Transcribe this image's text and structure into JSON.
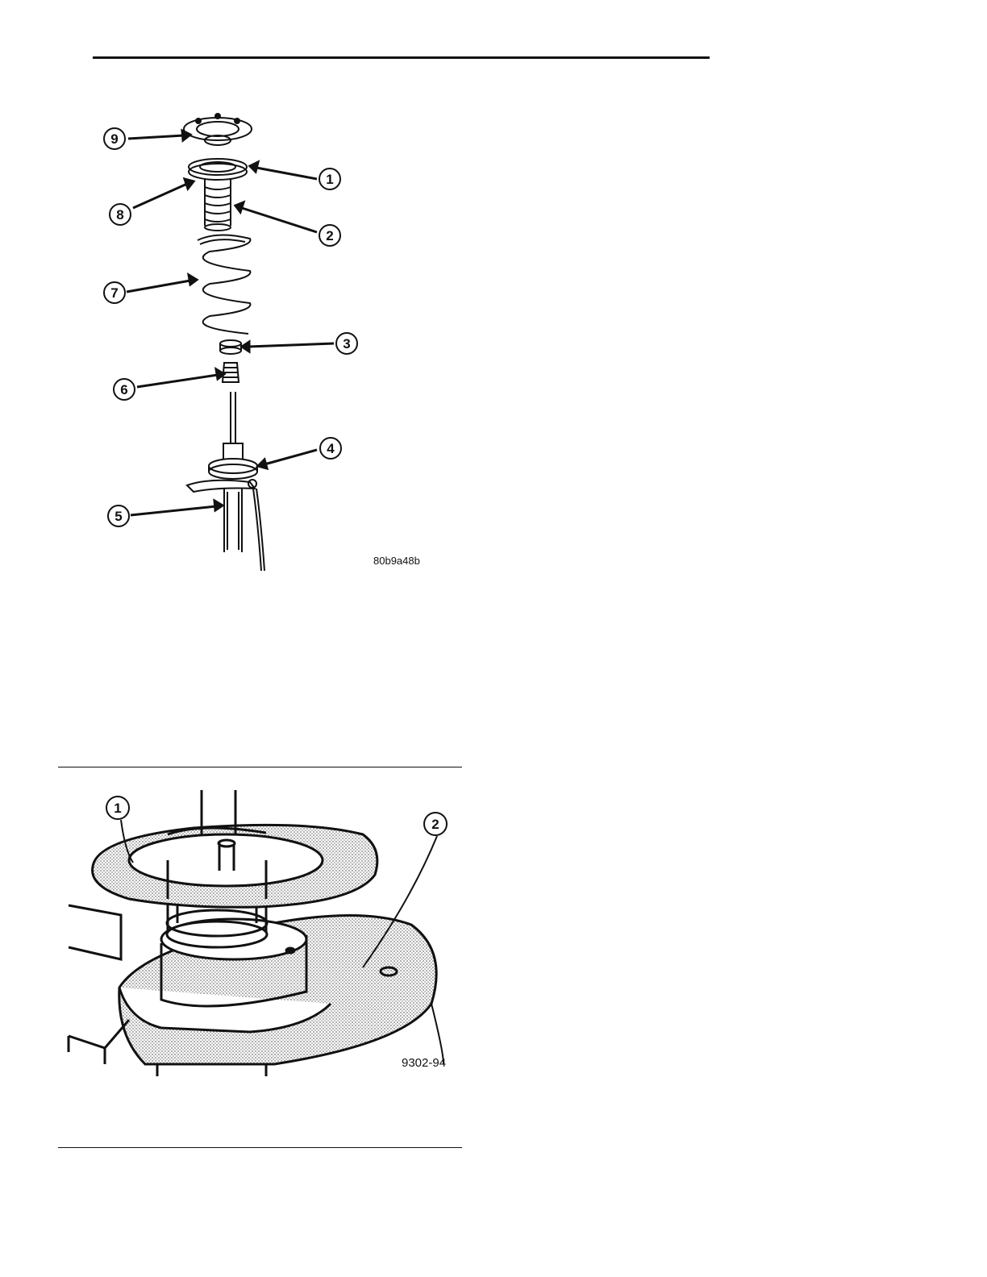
{
  "figure1": {
    "callouts": [
      "1",
      "2",
      "3",
      "4",
      "5",
      "6",
      "7",
      "8",
      "9"
    ],
    "code": "80b9a48b"
  },
  "figure2": {
    "callouts": [
      "1",
      "2"
    ],
    "code": "9302-94"
  }
}
